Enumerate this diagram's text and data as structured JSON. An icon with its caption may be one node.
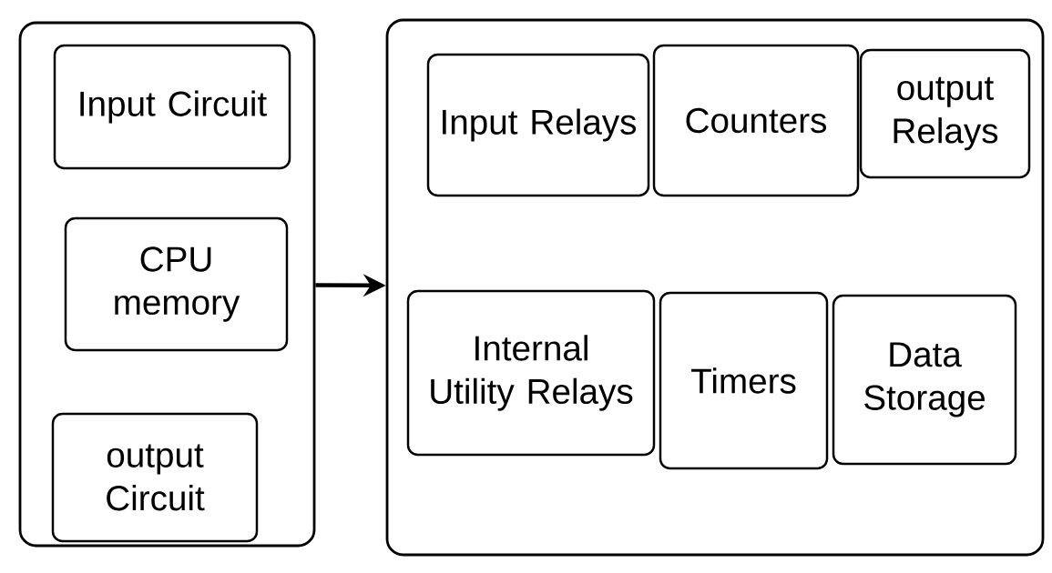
{
  "diagram": {
    "nodes": [
      {
        "text": [],
        "shape": "box"
      },
      {
        "text": [
          "Input Circuit"
        ],
        "in": 0
      },
      {
        "text": [
          "CPU memory"
        ],
        "in": 0
      },
      {
        "text": [
          "output Circuit"
        ],
        "in": 0
      },
      {
        "text": [],
        "shape": "box"
      },
      {
        "text": [
          "Input Relays"
        ],
        "in": 4
      },
      {
        "text": [
          "Counters"
        ],
        "in": 4
      },
      {
        "text": [
          "output Relays"
        ],
        "in": 4
      },
      {
        "text": [
          "Internal Utility Relays"
        ],
        "in": 4
      },
      {
        "text": [
          "Timers"
        ],
        "in": 4
      },
      {
        "text": [
          "Data Storage"
        ],
        "in": 4
      }
    ],
    "edges": [
      {
        "from": 0,
        "to": 4,
        "arrow": "to"
      }
    ]
  }
}
